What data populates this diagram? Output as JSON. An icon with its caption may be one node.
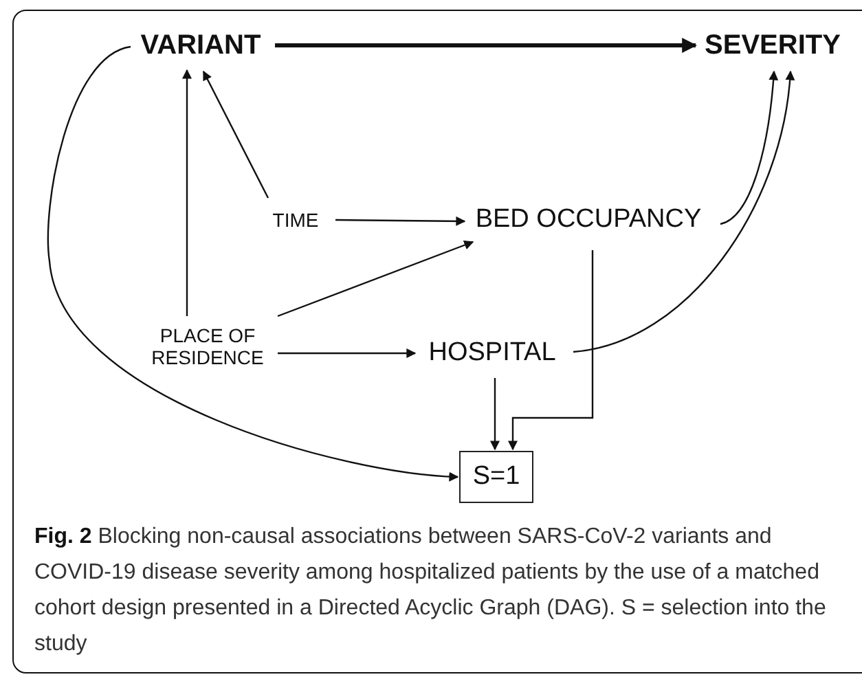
{
  "diagram": {
    "caption": "**Fig. 2** Blocking non-causal associations between SARS-CoV-2 variants and COVID-19 disease severity among hospitalized patients by the use of a matched cohort design presented in a Directed Acyclic Graph (DAG). S = selection into the study",
    "nodes": [
      {
        "text": [
          "VARIANT"
        ]
      },
      {
        "text": [
          "SEVERITY"
        ]
      },
      {
        "text": [
          "TIME"
        ]
      },
      {
        "text": [
          "BED OCCUPANCY"
        ]
      },
      {
        "text": [
          "PLACE OF RESIDENCE"
        ]
      },
      {
        "text": [
          "HOSPITAL"
        ]
      },
      {
        "text": [
          "S=1"
        ]
      }
    ],
    "edges": [
      {
        "from": 0,
        "to": 1,
        "arrow": "to",
        "style": "thick"
      },
      {
        "from": 4,
        "to": 0,
        "arrow": "to"
      },
      {
        "from": 2,
        "to": 0,
        "arrow": "to"
      },
      {
        "from": 2,
        "to": 3,
        "arrow": "to"
      },
      {
        "from": 4,
        "to": 3,
        "arrow": "to"
      },
      {
        "from": 4,
        "to": 5,
        "arrow": "to"
      },
      {
        "from": 3,
        "to": 1,
        "arrow": "to"
      },
      {
        "from": 5,
        "to": 1,
        "arrow": "to"
      },
      {
        "from": 5,
        "to": 6,
        "arrow": "to"
      },
      {
        "from": 3,
        "to": 6,
        "arrow": "to"
      },
      {
        "from": 0,
        "to": 6,
        "arrow": "to"
      }
    ]
  }
}
